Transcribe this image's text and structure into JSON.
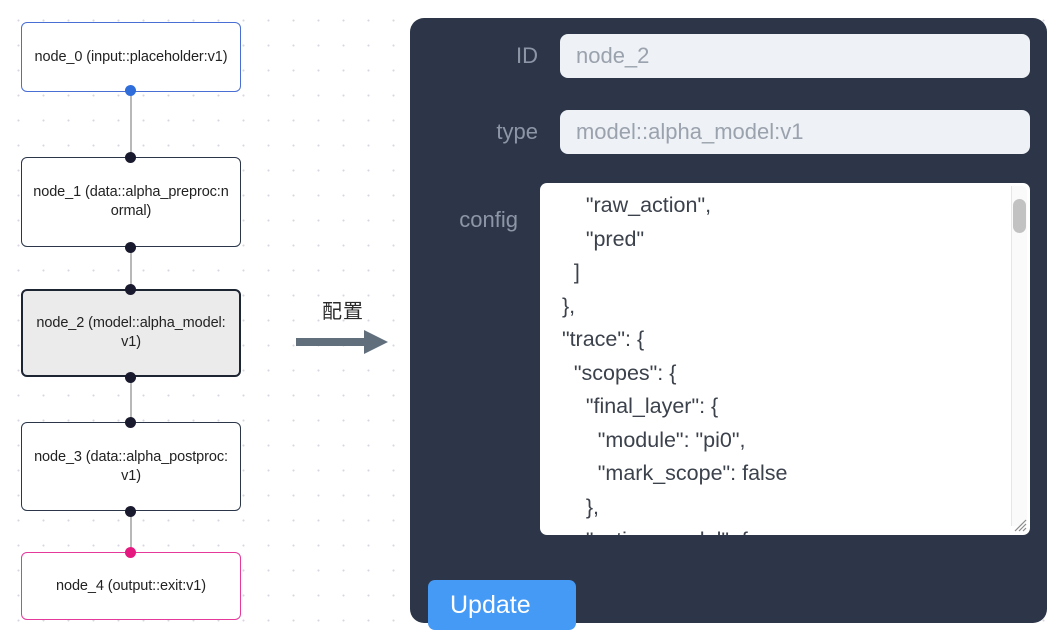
{
  "canvas": {
    "nodes": [
      {
        "id": "node_0",
        "label": "node_0\n(input::placeholder:v1)",
        "title": "node_0",
        "subtitle": "(input::placeholder:v1)",
        "style": "blue",
        "handle_color": "#2f6ddb"
      },
      {
        "id": "node_1",
        "label": "node_1\n(data::alpha_preproc:normal)",
        "title": "node_1",
        "subtitle": "(data::alpha_preproc:normal)",
        "style": "default",
        "handle_color": "#1a1a2e"
      },
      {
        "id": "node_2",
        "label": "node_2\n(model::alpha_model:v1)",
        "title": "node_2",
        "subtitle": "(model::alpha_model:v1)",
        "style": "selected",
        "handle_color": "#1a1a2e"
      },
      {
        "id": "node_3",
        "label": "node_3\n(data::alpha_postproc:v1)",
        "title": "node_3",
        "subtitle": "(data::alpha_postproc:v1)",
        "style": "default",
        "handle_color": "#1a1a2e"
      },
      {
        "id": "node_4",
        "label": "node_4\n(output::exit:v1)",
        "title": "node_4",
        "subtitle": "(output::exit:v1)",
        "style": "pink",
        "handle_color": "#e5187f"
      }
    ],
    "node_texts": [
      "node_0\n(input::placeholder:v1)",
      "node_1\n(data::alpha_preproc:normal)",
      "node_2\n(model::alpha_model:v1)",
      "node_3\n(data::alpha_postproc:v1)",
      "node_4\n(output::exit:v1)"
    ],
    "edge_color": "#b8b8b8",
    "grid_dot_color": "#d8d6e0"
  },
  "arrow": {
    "label": "配置",
    "color": "#616f7d"
  },
  "panel": {
    "background": "#2c3648",
    "fields": {
      "id": {
        "label": "ID",
        "value": "node_2"
      },
      "type": {
        "label": "type",
        "value": "model::alpha_model:v1"
      },
      "config": {
        "label": "config",
        "value": "      \"raw_action\",\n      \"pred\"\n    ]\n  },\n  \"trace\": {\n    \"scopes\": {\n      \"final_layer\": {\n        \"module\": \"pi0\",\n        \"mark_scope\": false\n      },\n      \"action_model\": {"
      }
    },
    "update_button": {
      "label": "Update",
      "color": "#459af5"
    }
  }
}
